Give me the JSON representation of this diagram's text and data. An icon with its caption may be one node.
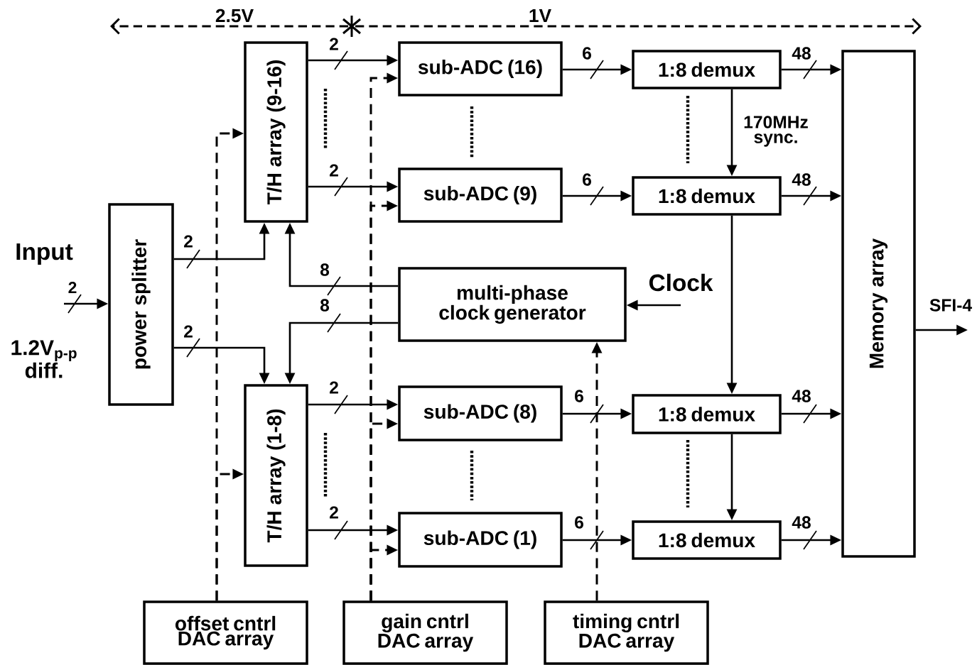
{
  "diagram": {
    "nodes": [
      {
        "text": [
          "T/H array (9-16)"
        ]
      },
      {
        "text": [
          "sub-ADC (16)"
        ]
      },
      {
        "text": [
          "1:8 demux"
        ]
      },
      {
        "text": [
          "Memory array"
        ]
      },
      {
        "text": [
          "sub-ADC (9)"
        ]
      },
      {
        "text": [
          "1:8 demux"
        ]
      },
      {
        "text": [
          "power splitter"
        ]
      },
      {
        "text": [
          "multi-phase clock generator"
        ]
      },
      {
        "text": [
          "T/H array (1-8)"
        ]
      },
      {
        "text": [
          "sub-ADC (8)"
        ]
      },
      {
        "text": [
          "1:8 demux"
        ]
      },
      {
        "text": [
          "sub-ADC (1)"
        ]
      },
      {
        "text": [
          "1:8 demux"
        ]
      },
      {
        "text": [
          "offset cntrl DAC array"
        ]
      },
      {
        "text": [
          "gain cntrl DAC array"
        ]
      },
      {
        "text": [
          "timing cntrl DAC array"
        ]
      }
    ],
    "edges": [
      {
        "from": null,
        "to": 6,
        "arrow": "to",
        "label": "2"
      },
      {
        "from": 6,
        "to": 0,
        "arrow": "to",
        "label": "2"
      },
      {
        "from": 6,
        "to": 8,
        "arrow": "to",
        "label": "2"
      },
      {
        "from": 7,
        "to": 0,
        "arrow": "to",
        "label": "8"
      },
      {
        "from": 7,
        "to": 8,
        "arrow": "to",
        "label": "8"
      },
      {
        "from": 0,
        "to": 1,
        "arrow": "to",
        "label": "2"
      },
      {
        "from": 0,
        "to": 4,
        "arrow": "to",
        "label": "2"
      },
      {
        "from": 8,
        "to": 9,
        "arrow": "to",
        "label": "2"
      },
      {
        "from": 8,
        "to": 11,
        "arrow": "to",
        "label": "2"
      },
      {
        "from": 1,
        "to": 2,
        "arrow": "to",
        "label": "6"
      },
      {
        "from": 4,
        "to": 5,
        "arrow": "to",
        "label": "6"
      },
      {
        "from": 9,
        "to": 10,
        "arrow": "to",
        "label": "6"
      },
      {
        "from": 11,
        "to": 12,
        "arrow": "to",
        "label": "6"
      },
      {
        "from": 2,
        "to": 3,
        "arrow": "to",
        "label": "48"
      },
      {
        "from": 5,
        "to": 3,
        "arrow": "to",
        "label": "48"
      },
      {
        "from": 10,
        "to": 3,
        "arrow": "to",
        "label": "48"
      },
      {
        "from": 12,
        "to": 3,
        "arrow": "to",
        "label": "48"
      },
      {
        "from": 2,
        "to": 5,
        "arrow": "to",
        "label": "170MHz sync."
      },
      {
        "from": 5,
        "to": 10,
        "arrow": "to"
      },
      {
        "from": 10,
        "to": 12,
        "arrow": "to"
      },
      {
        "from": null,
        "to": 7,
        "arrow": "to",
        "label": "Clock"
      },
      {
        "from": 3,
        "to": null,
        "arrow": "to",
        "label": "SFI-4"
      },
      {
        "from": 13,
        "to": 0,
        "arrow": "to",
        "style": "dashed"
      },
      {
        "from": 13,
        "to": 8,
        "arrow": "to",
        "style": "dashed"
      },
      {
        "from": 14,
        "to": 1,
        "arrow": "to",
        "style": "dashed"
      },
      {
        "from": 14,
        "to": 4,
        "arrow": "to",
        "style": "dashed"
      },
      {
        "from": 14,
        "to": 9,
        "arrow": "to",
        "style": "dashed"
      },
      {
        "from": 14,
        "to": 11,
        "arrow": "to",
        "style": "dashed"
      },
      {
        "from": 15,
        "to": 7,
        "arrow": "to",
        "style": "dashed"
      }
    ],
    "labels": [
      "2.5V",
      "1V",
      "Input",
      "1.2V$_{p-p}$ diff."
    ]
  }
}
